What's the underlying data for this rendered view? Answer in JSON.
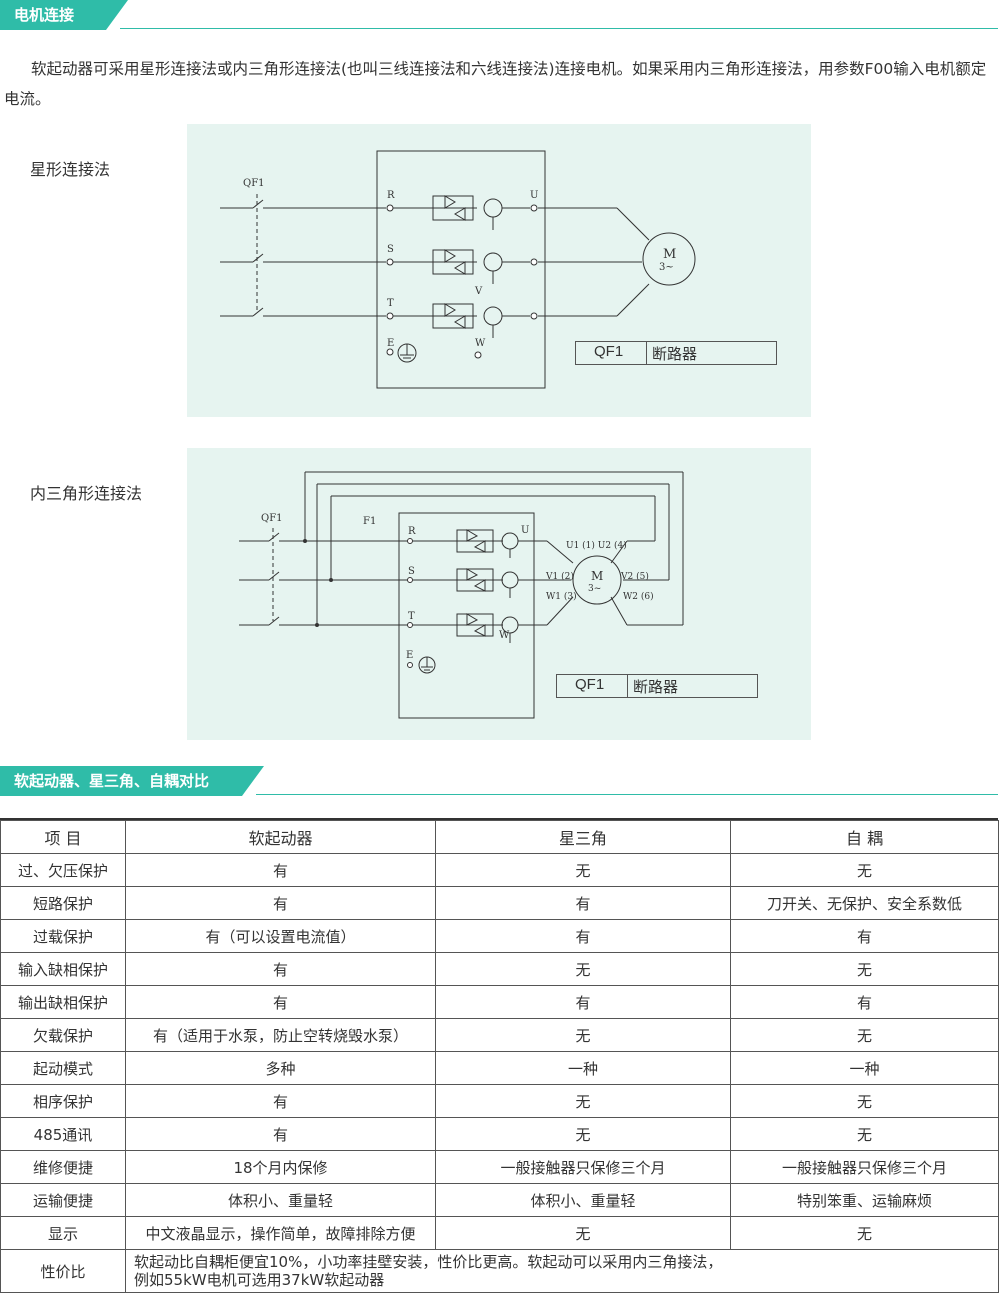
{
  "section1": {
    "title": "电机连接"
  },
  "intro": "软起动器可采用星形连接法或内三角形连接法(也叫三线连接法和六线连接法)连接电机。如果采用内三角形连接法，用参数F00输入电机额定电流。",
  "star": {
    "label": "星形连接法",
    "breaker": "QF1",
    "terms_in": [
      "R",
      "S",
      "T"
    ],
    "term_out_u": "U",
    "term_out_v": "V",
    "term_out_w": "W",
    "earth": "E",
    "motor_m": "M",
    "motor_phase": "3~",
    "legend_code": "QF1",
    "legend_name": "断路器"
  },
  "delta": {
    "label": "内三角形连接法",
    "breaker": "QF1",
    "fuse": "F1",
    "terms_in": [
      "R",
      "S",
      "T"
    ],
    "term_out_u": "U",
    "term_out_w": "W",
    "earth": "E",
    "motor_m": "M",
    "motor_phase": "3~",
    "wind_u": "U1 (1) U2 (4)",
    "wind_v1": "V1 (2)",
    "wind_w1": "W1 (3)",
    "wind_v2": "V2 (5)",
    "wind_w2": "W2 (6)",
    "legend_code": "QF1",
    "legend_name": "断路器"
  },
  "section2": {
    "title": "软起动器、星三角、自耦对比"
  },
  "table": {
    "headers": [
      "项 目",
      "软起动器",
      "星三角",
      "自 耦"
    ],
    "rows": [
      [
        "过、欠压保护",
        "有",
        "无",
        "无"
      ],
      [
        "短路保护",
        "有",
        "有",
        "刀开关、无保护、安全系数低"
      ],
      [
        "过载保护",
        "有（可以设置电流值）",
        "有",
        "有"
      ],
      [
        "输入缺相保护",
        "有",
        "无",
        "无"
      ],
      [
        "输出缺相保护",
        "有",
        "有",
        "有"
      ],
      [
        "欠载保护",
        "有（适用于水泵，防止空转烧毁水泵）",
        "无",
        "无"
      ],
      [
        "起动模式",
        "多种",
        "一种",
        "一种"
      ],
      [
        "相序保护",
        "有",
        "无",
        "无"
      ],
      [
        "485通讯",
        "有",
        "无",
        "无"
      ],
      [
        "维修便捷",
        "18个月内保修",
        "一般接触器只保修三个月",
        "一般接触器只保修三个月"
      ],
      [
        "运输便捷",
        "体积小、重量轻",
        "体积小、重量轻",
        "特别笨重、运输麻烦"
      ],
      [
        "显示",
        "中文液晶显示，操作简单，故障排除方便",
        "无",
        "无"
      ]
    ],
    "last_row_label": "性价比",
    "last_row_line1": "软起动比自耦柜便宜10%，小功率挂壁安装，性价比更高。软起动可以采用内三角接法，",
    "last_row_line2": "例如55kW电机可选用37kW软起动器"
  }
}
